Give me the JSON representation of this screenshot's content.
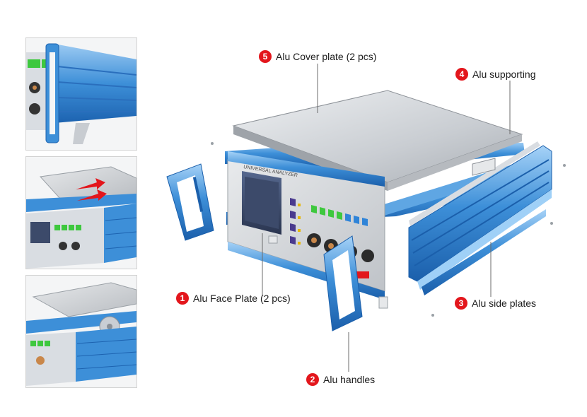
{
  "labels": {
    "cover": {
      "num": "5",
      "text": "Alu Cover plate (2 pcs)"
    },
    "supporting": {
      "num": "4",
      "text": "Alu supporting"
    },
    "face": {
      "num": "1",
      "text": "Alu Face Plate (2 pcs)"
    },
    "side": {
      "num": "3",
      "text": "Alu side plates"
    },
    "handles": {
      "num": "2",
      "text": "Alu handles"
    }
  },
  "device_title": "UNIVERSAL ANALYZER",
  "colors": {
    "aluminum_blue": "#3d8fd8",
    "badge_red": "#e3161c",
    "button_green": "#3ec83e",
    "screen": "#3c4a6a"
  }
}
